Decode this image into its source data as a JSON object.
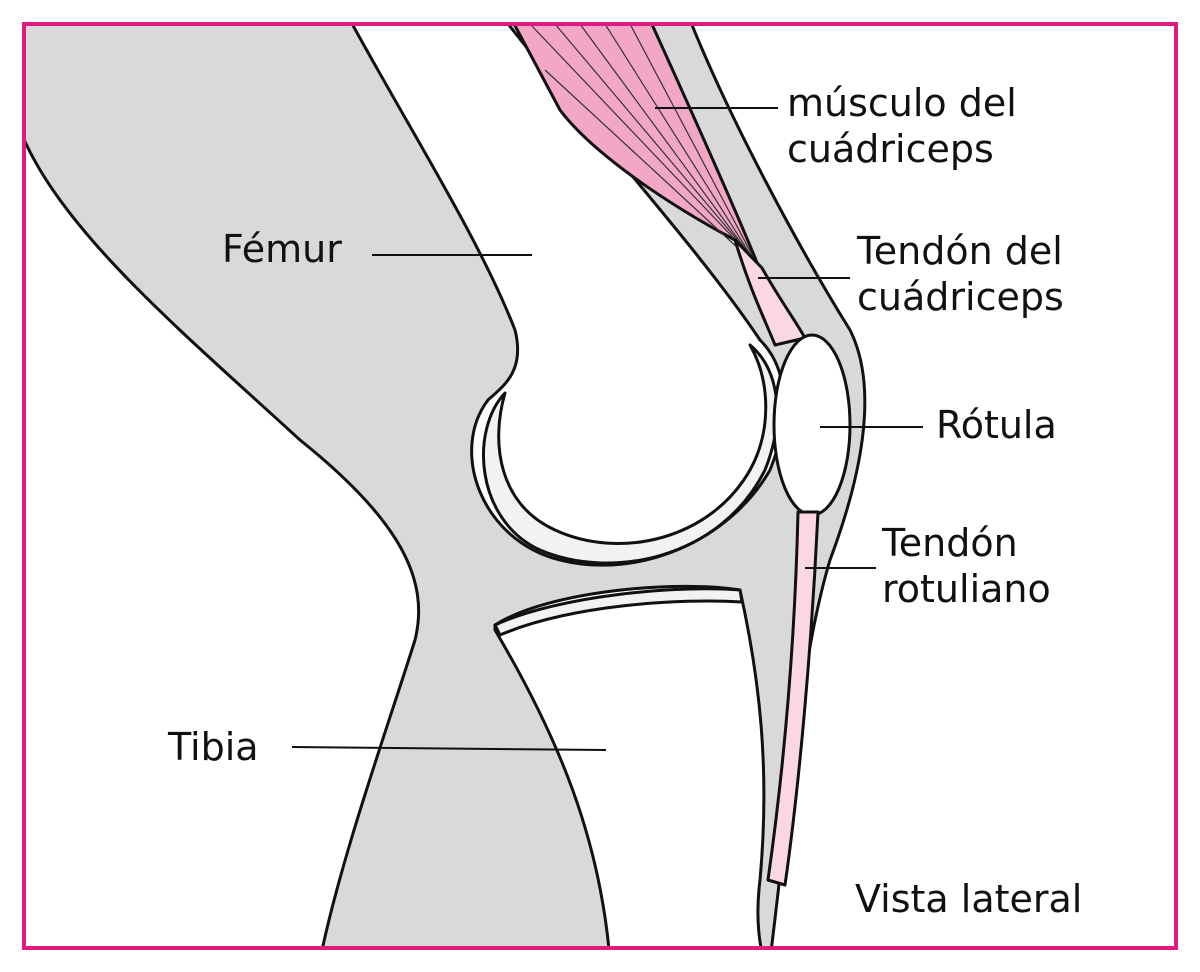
{
  "diagram": {
    "colors": {
      "frame": "#e0197f",
      "tissue": "#d9d9d9",
      "muscle": "#f2a7c6",
      "tendon": "#fbd7e6",
      "bone": "#ffffff",
      "outline": "#111111"
    },
    "labels": {
      "quadriceps_muscle": [
        "músculo del",
        "cuádriceps"
      ],
      "quadriceps_tendon": [
        "Tendón del",
        "cuádriceps"
      ],
      "femur": "Fémur",
      "patella": "Rótula",
      "patellar_tendon": [
        "Tendón",
        "rotuliano"
      ],
      "tibia": "Tibia",
      "view": "Vista lateral"
    }
  }
}
